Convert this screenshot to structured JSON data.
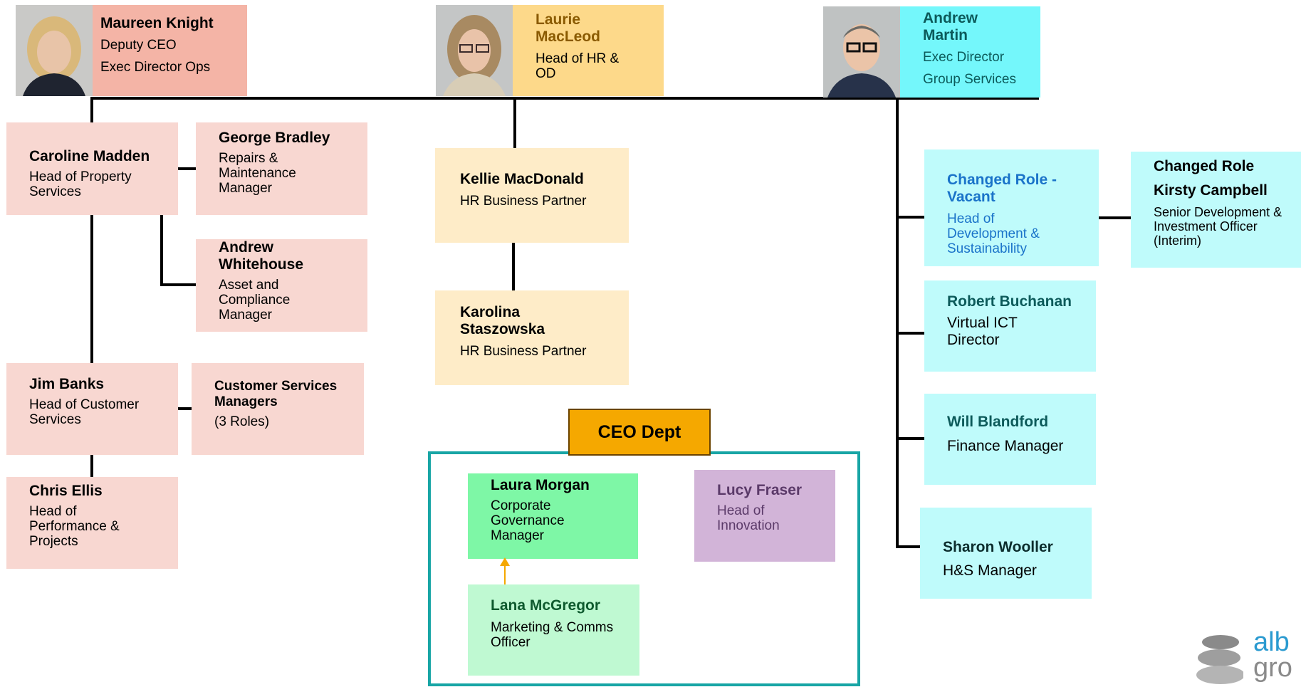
{
  "leaders": {
    "maureen": {
      "name": "Maureen Knight",
      "line1": "Deputy CEO",
      "line2": "Exec Director Ops"
    },
    "laurie": {
      "name": "Laurie MacLeod",
      "title": "Head of HR & OD"
    },
    "andrew": {
      "name": "Andrew Martin",
      "line1": "Exec Director",
      "line2": "Group Services"
    }
  },
  "ops": {
    "caroline": {
      "name": "Caroline Madden",
      "title": "Head of Property Services"
    },
    "george": {
      "name": "George Bradley",
      "title": "Repairs & Maintenance Manager"
    },
    "andrew_w": {
      "name": "Andrew Whitehouse",
      "title": "Asset and Compliance Manager"
    },
    "jim": {
      "name": "Jim Banks",
      "title": "Head of Customer Services"
    },
    "csm": {
      "name": "Customer Services Managers",
      "title": "(3 Roles)"
    },
    "chris": {
      "name": "Chris Ellis",
      "title": "Head of Performance & Projects"
    }
  },
  "hr": {
    "kellie": {
      "name": "Kellie MacDonald",
      "title": "HR Business Partner"
    },
    "karolina": {
      "name": "Karolina Staszowska",
      "title": "HR Business Partner"
    }
  },
  "ceo_dept": {
    "label": "CEO Dept",
    "laura": {
      "name": "Laura Morgan",
      "title": "Corporate Governance Manager"
    },
    "lucy": {
      "name": "Lucy Fraser",
      "title": "Head of Innovation"
    },
    "lana": {
      "name": "Lana McGregor",
      "title": "Marketing & Comms Officer"
    }
  },
  "group_services": {
    "vacant": {
      "name": "Changed Role - Vacant",
      "title": "Head of Development & Sustainability"
    },
    "kirsty": {
      "line1": "Changed Role",
      "name": "Kirsty Campbell",
      "title": "Senior Development & Investment Officer (Interim)"
    },
    "robert": {
      "name": "Robert Buchanan",
      "title": "Virtual ICT Director"
    },
    "will": {
      "name": "Will Blandford",
      "title": "Finance Manager"
    },
    "sharon": {
      "name": "Sharon Wooller",
      "title": "H&S Manager"
    }
  },
  "logo": {
    "text_top": "alb",
    "text_bottom": "gro"
  },
  "colors": {
    "ops_header": "#f4b4a6",
    "ops_box": "#f8d7d1",
    "hr_header": "#fdd98a",
    "hr_box": "#feecc8",
    "hr_text": "#8a5a00",
    "gs_header": "#74f7fb",
    "gs_box": "#bffbfb",
    "gs_text": "#0c5a5a",
    "vacant_text": "#1a73c9",
    "ceo_label": "#f5a800",
    "ceo_frame": "#18a5a5",
    "laura_box": "#7ef7a6",
    "lana_box": "#bff9d2",
    "lana_text": "#0e5a2e",
    "lucy_box": "#d2b4d8",
    "lucy_text": "#5b3a69"
  }
}
